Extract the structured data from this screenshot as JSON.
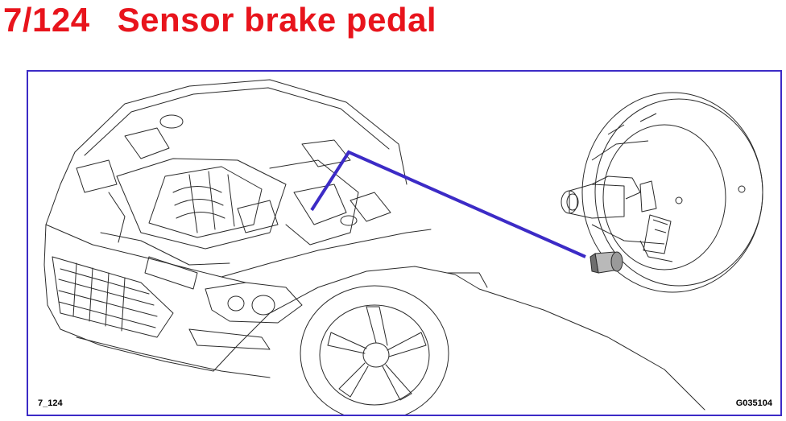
{
  "header": {
    "code": "7/124",
    "title": "Sensor brake pedal",
    "color": "#e8141c"
  },
  "figure": {
    "figure_code": "7_124",
    "reference_code": "G035104",
    "frame_color": "#3c2bc6",
    "leader_color": "#3c2bc6",
    "parts": [
      "car-engine-bay-illustration",
      "brake-booster-illustration",
      "brake-pedal-sensor"
    ]
  }
}
